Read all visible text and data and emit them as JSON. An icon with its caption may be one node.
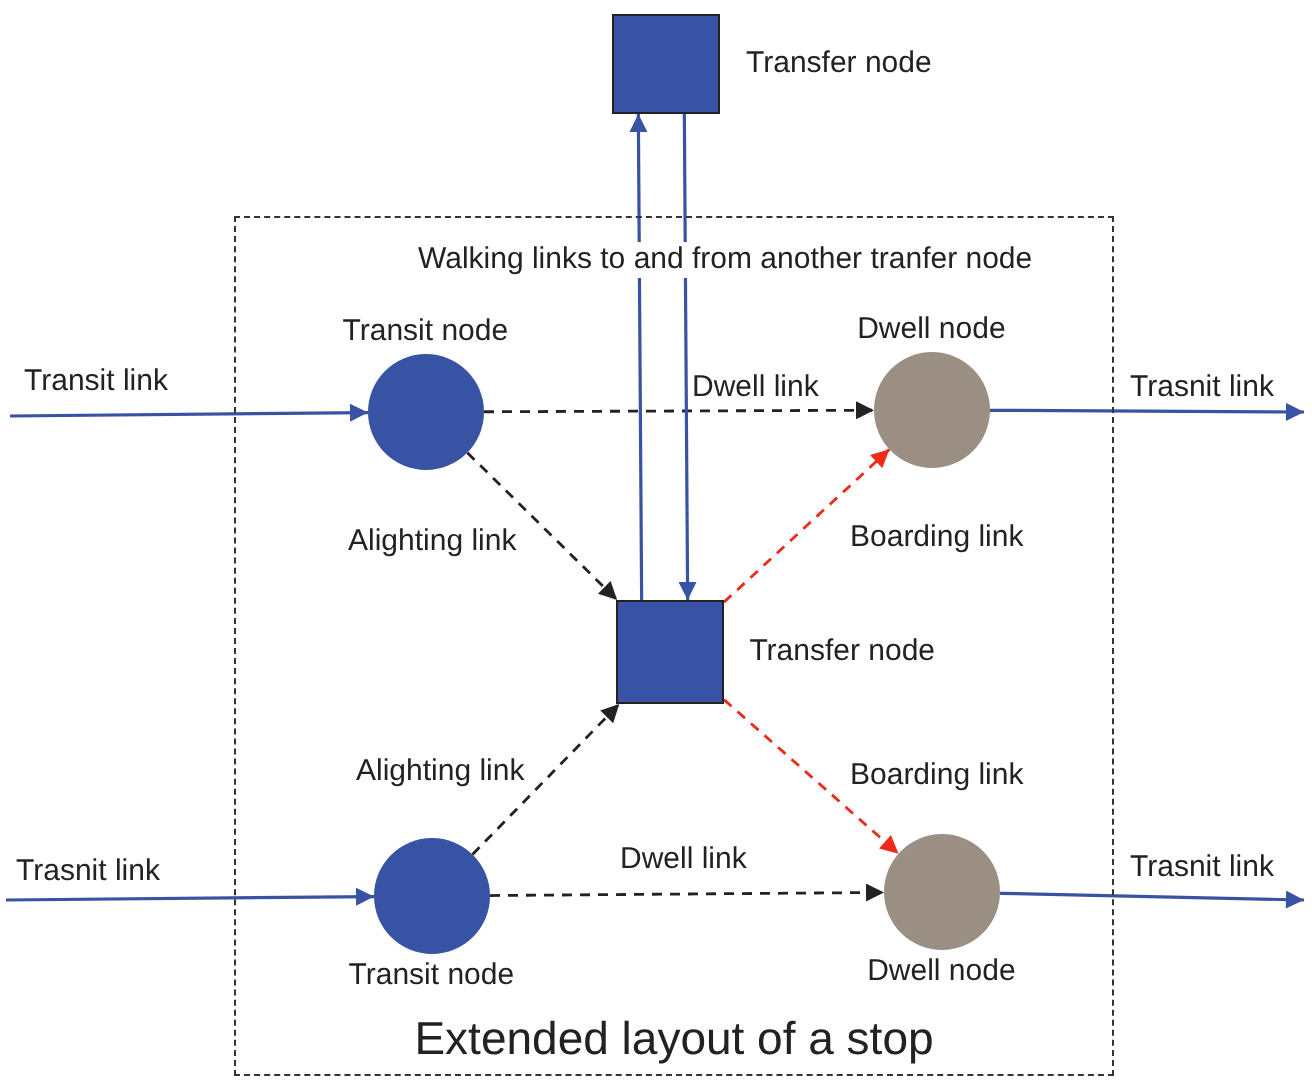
{
  "diagram": {
    "nodes": [
      {
        "text": [
          "Transfer node"
        ]
      },
      {
        "text": [
          "Extended layout of a stop"
        ]
      },
      {
        "text": [
          "Transit node"
        ],
        "in": 1
      },
      {
        "text": [
          "Dwell node"
        ],
        "in": 1
      },
      {
        "text": [
          "Transfer node"
        ],
        "in": 1
      },
      {
        "text": [
          "Transit node"
        ],
        "in": 1
      },
      {
        "text": [
          "Dwell node"
        ],
        "in": 1
      }
    ],
    "edges": [
      {
        "from": null,
        "to": 2,
        "arrow": "to",
        "label": "Transit link"
      },
      {
        "from": 3,
        "to": null,
        "arrow": "to",
        "label": "Trasnit link"
      },
      {
        "from": 2,
        "to": 3,
        "arrow": "to",
        "label": "Dwell link",
        "style": "dashed",
        "color": "#222222"
      },
      {
        "from": 2,
        "to": 4,
        "arrow": "to",
        "label": "Alighting link",
        "style": "dashed",
        "color": "#222222"
      },
      {
        "from": 4,
        "to": 3,
        "arrow": "to",
        "label": "Boarding link",
        "style": "dashed",
        "color": "#ee2a1b"
      },
      {
        "from": 4,
        "to": 0,
        "arrow": "to"
      },
      {
        "from": 0,
        "to": 4,
        "arrow": "to"
      },
      {
        "from": 5,
        "to": 4,
        "arrow": "to",
        "label": "Alighting link",
        "style": "dashed",
        "color": "#222222"
      },
      {
        "from": 4,
        "to": 6,
        "arrow": "to",
        "label": "Boarding link",
        "style": "dashed",
        "color": "#ee2a1b"
      },
      {
        "from": 5,
        "to": 6,
        "arrow": "to",
        "label": "Dwell link",
        "style": "dashed",
        "color": "#222222"
      },
      {
        "from": null,
        "to": 5,
        "arrow": "to",
        "label": "Trasnit link"
      },
      {
        "from": 6,
        "to": null,
        "arrow": "to",
        "label": "Trasnit link"
      }
    ],
    "labels": [
      "Walking links to and from another tranfer node"
    ]
  }
}
